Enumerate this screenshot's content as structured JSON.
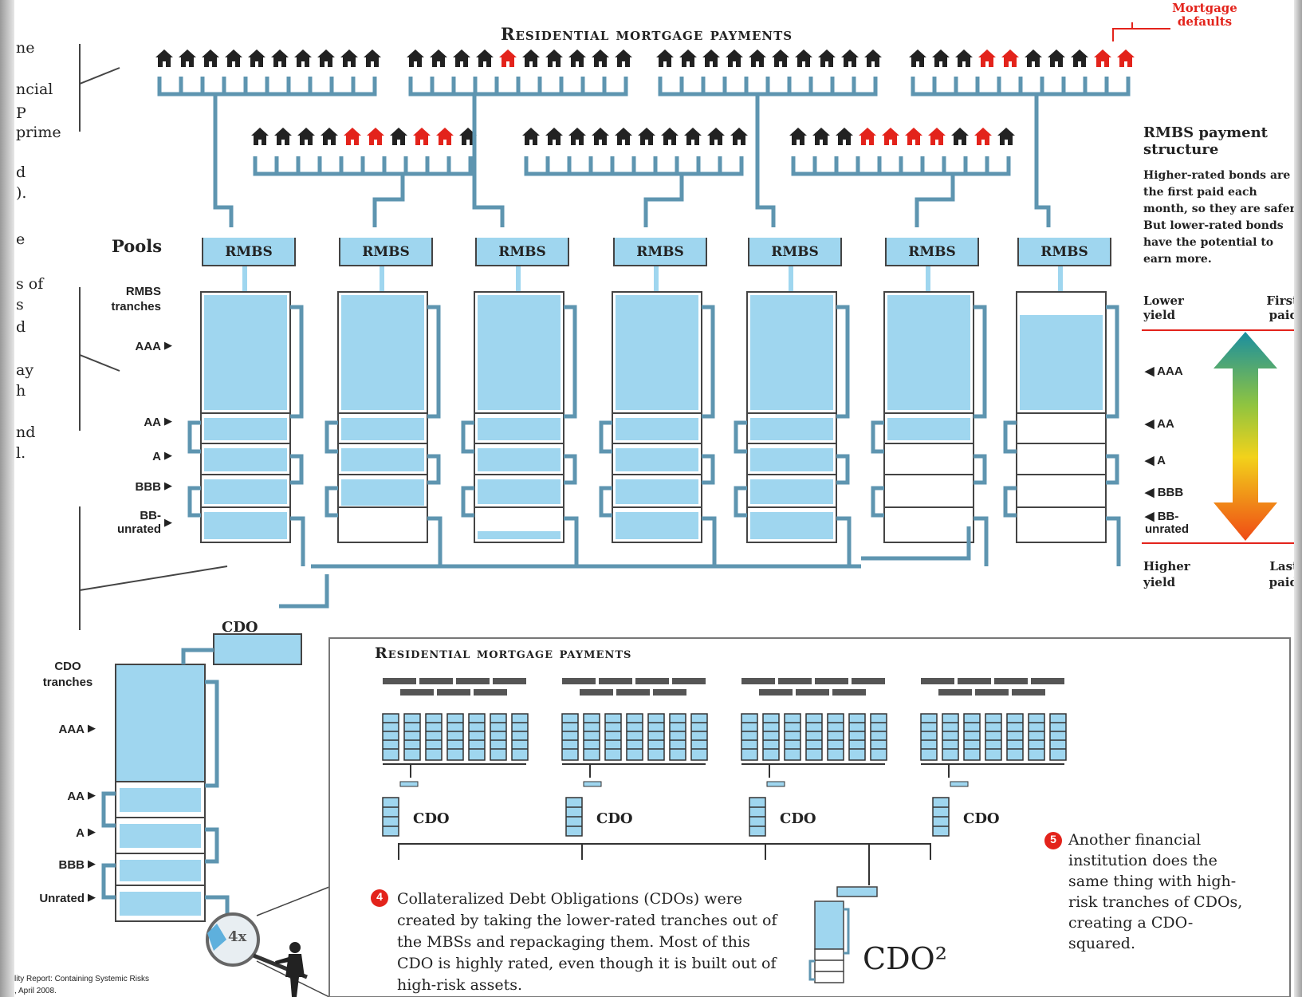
{
  "top": {
    "title": "Residential mortgage payments",
    "defaults_label": "Mortgage defaults",
    "pools_label": "Pools",
    "rmbs_tranches_label": "RMBS tranches",
    "rmbs_box_label": "RMBS",
    "tranche_labels": [
      "AAA",
      "AA",
      "A",
      "BBB",
      "BB-unrated"
    ]
  },
  "left_fragments": [
    "ne",
    "ncial",
    "P",
    "prime",
    "d",
    ")."
  ],
  "left_fragments2": [
    "e",
    "s of",
    "s",
    "d",
    "ay",
    "h",
    "nd",
    "l."
  ],
  "structure": {
    "title": "RMBS payment structure",
    "body": "Higher-rated bonds are the first paid each month, so they are safer. But lower-rated bonds have the potential to earn more.",
    "lower_yield": "Lower yield",
    "first_paid": "First paid",
    "higher_yield": "Higher yield",
    "last_paid": "Last paid",
    "levels": [
      "AAA",
      "AA",
      "A",
      "BBB",
      "BB-unrated"
    ]
  },
  "cdo": {
    "box_label": "CDO",
    "tranches_label": "CDO tranches",
    "tranche_labels": [
      "AAA",
      "AA",
      "A",
      "BBB",
      "Unrated"
    ],
    "magnifier": "4x"
  },
  "inset": {
    "title": "Residential mortgage payments",
    "cdo_labels": [
      "CDO",
      "CDO",
      "CDO",
      "CDO"
    ],
    "cdo2_label": "CDO²",
    "step4_num": "4",
    "step4_text": "Collateralized Debt Obligations (CDOs) were created by taking the lower-rated tranches out of the MBSs and repackaging them. Most of this CDO is highly rated, even though it is built out of high-risk assets.",
    "step5_num": "5",
    "step5_text": "Another financial institution does the same thing with high-risk tranches of CDOs, creating a CDO-squared."
  },
  "source": {
    "line1": "lity Report: Containing Systemic Risks",
    "line2": ", April 2008."
  },
  "colors": {
    "water": "#9fd6ef",
    "pipe": "#5e95b0",
    "red": "#e3231b",
    "ink": "#222222"
  }
}
